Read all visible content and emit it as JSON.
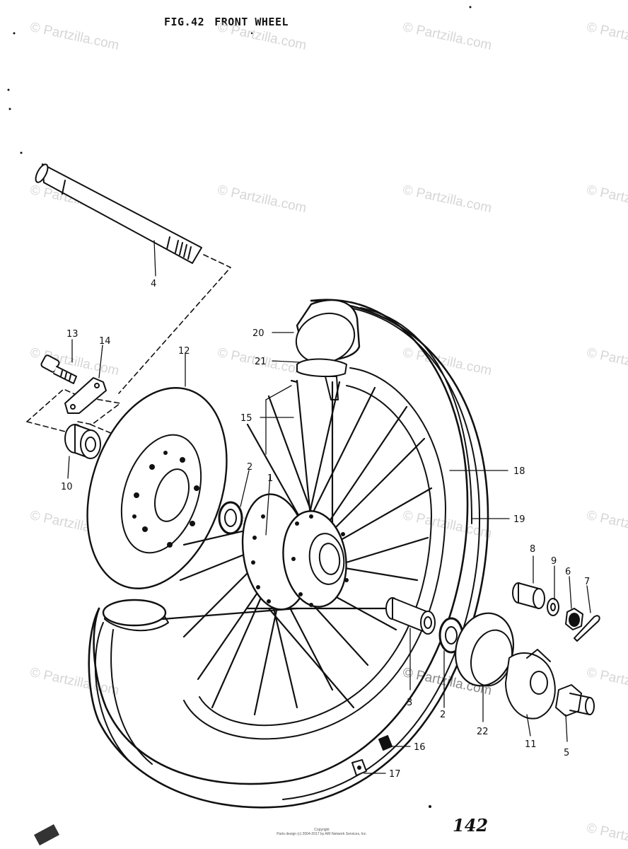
{
  "figure": {
    "number": "FIG.42",
    "name": "FRONT WHEEL"
  },
  "page_number": "142",
  "watermark": "© Partzilla.com",
  "copyright": {
    "line1": "Copyright",
    "line2": "Parts design (c) 2004-2017 by ARI Network Services, Inc."
  },
  "callouts": [
    {
      "id": "c4",
      "label": "4"
    },
    {
      "id": "c13",
      "label": "13"
    },
    {
      "id": "c14",
      "label": "14"
    },
    {
      "id": "c10",
      "label": "10"
    },
    {
      "id": "c12",
      "label": "12"
    },
    {
      "id": "c20",
      "label": "20"
    },
    {
      "id": "c21",
      "label": "21"
    },
    {
      "id": "c15",
      "label": "15"
    },
    {
      "id": "c2a",
      "label": "2"
    },
    {
      "id": "c1",
      "label": "1"
    },
    {
      "id": "c18",
      "label": "18"
    },
    {
      "id": "c19",
      "label": "19"
    },
    {
      "id": "c8",
      "label": "8"
    },
    {
      "id": "c9",
      "label": "9"
    },
    {
      "id": "c6",
      "label": "6"
    },
    {
      "id": "c7",
      "label": "7"
    },
    {
      "id": "c3",
      "label": "3"
    },
    {
      "id": "c2b",
      "label": "2"
    },
    {
      "id": "c22",
      "label": "22"
    },
    {
      "id": "c11",
      "label": "11"
    },
    {
      "id": "c5",
      "label": "5"
    },
    {
      "id": "c16",
      "label": "16"
    },
    {
      "id": "c17",
      "label": "17"
    }
  ]
}
